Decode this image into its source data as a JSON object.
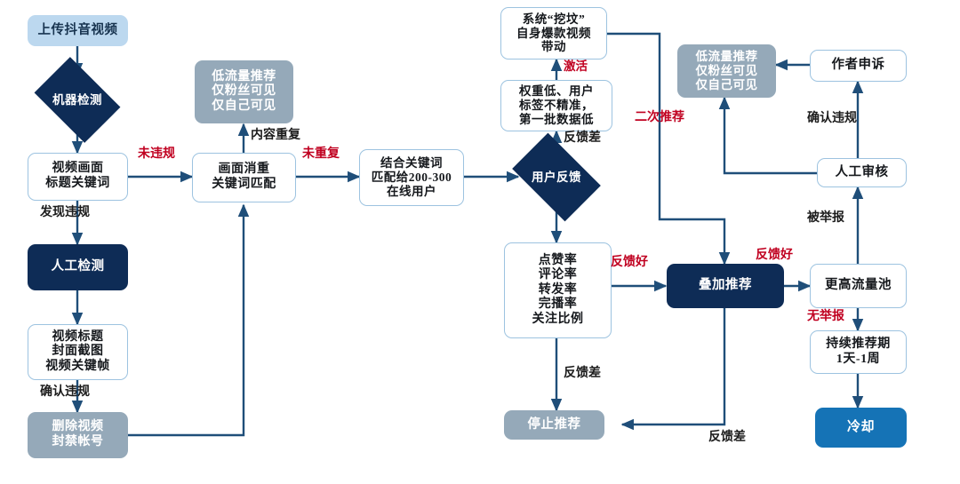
{
  "diagram": {
    "title": "抖音视频推荐与审核流程图",
    "colors": {
      "light_blue_fill": "#bcd8ef",
      "gray_blue_fill": "#95a9b9",
      "navy_fill": "#0e2c56",
      "blue_fill": "#1573b6",
      "white_fill": "#ffffff",
      "box_border": "#9dc3e0",
      "edge": "#1f4e79",
      "label_black": "#1b1b1b",
      "label_red": "#c00020"
    },
    "nodes": [
      {
        "id": "upload",
        "label": "上传抖音视频",
        "style": "light-blue",
        "shape": "rounded"
      },
      {
        "id": "machine",
        "label": "机器检测",
        "style": "navy",
        "shape": "diamond"
      },
      {
        "id": "frame_kw",
        "label": "视频画面\n标题关键词",
        "style": "white",
        "shape": "rounded"
      },
      {
        "id": "manual_detect",
        "label": "人工检测",
        "style": "navy",
        "shape": "rounded"
      },
      {
        "id": "title_cover",
        "label": "视频标题\n封面截图\n视频关键帧",
        "style": "white",
        "shape": "rounded"
      },
      {
        "id": "delete_ban",
        "label": "删除视频\n封禁帐号",
        "style": "gray",
        "shape": "rounded"
      },
      {
        "id": "dedupe",
        "label": "画面消重\n关键词匹配",
        "style": "white",
        "shape": "rounded"
      },
      {
        "id": "low_flow_left",
        "label": "低流量推荐\n仅粉丝可见\n仅自己可见",
        "style": "gray",
        "shape": "rounded"
      },
      {
        "id": "match_users",
        "label": "结合关键词\n匹配给200-300\n在线用户",
        "style": "white",
        "shape": "rounded"
      },
      {
        "id": "user_feedback",
        "label": "用户反馈",
        "style": "navy",
        "shape": "diamond"
      },
      {
        "id": "low_weight",
        "label": "权重低、用户\n标签不精准，\n第一批数据低",
        "style": "white",
        "shape": "rounded"
      },
      {
        "id": "dig_grave",
        "label": "系统“挖坟”\n自身爆款视频\n带动",
        "style": "white",
        "shape": "rounded"
      },
      {
        "id": "metrics",
        "label": "点赞率\n评论率\n转发率\n完播率\n关注比例",
        "style": "white",
        "shape": "rounded"
      },
      {
        "id": "stop_rec",
        "label": "停止推荐",
        "style": "gray",
        "shape": "rounded"
      },
      {
        "id": "boost_rec",
        "label": "叠加推荐",
        "style": "navy",
        "shape": "rounded"
      },
      {
        "id": "higher_pool",
        "label": "更高流量池",
        "style": "white",
        "shape": "rounded"
      },
      {
        "id": "keep_rec",
        "label": "持续推荐期\n1天-1周",
        "style": "white",
        "shape": "rounded"
      },
      {
        "id": "cooldown",
        "label": "冷却",
        "style": "blue",
        "shape": "rounded"
      },
      {
        "id": "manual_review",
        "label": "人工审核",
        "style": "white",
        "shape": "rounded"
      },
      {
        "id": "author_appeal",
        "label": "作者申诉",
        "style": "white",
        "shape": "rounded"
      },
      {
        "id": "low_flow_right",
        "label": "低流量推荐\n仅粉丝可见\n仅自己可见",
        "style": "gray",
        "shape": "rounded"
      }
    ],
    "edge_labels": [
      {
        "id": "not_violating",
        "text": "未违规",
        "color": "red"
      },
      {
        "id": "found_violation",
        "text": "发现违规",
        "color": "black"
      },
      {
        "id": "confirm_v_left",
        "text": "确认违规",
        "color": "black"
      },
      {
        "id": "content_dup",
        "text": "内容重复",
        "color": "black"
      },
      {
        "id": "not_duplicate",
        "text": "未重复",
        "color": "red"
      },
      {
        "id": "bad_feedback_1",
        "text": "反馈差",
        "color": "black"
      },
      {
        "id": "activate",
        "text": "激活",
        "color": "red"
      },
      {
        "id": "second_rec",
        "text": "二次推荐",
        "color": "red"
      },
      {
        "id": "good_feedback_1",
        "text": "反馈好",
        "color": "red"
      },
      {
        "id": "good_feedback_2",
        "text": "反馈好",
        "color": "red"
      },
      {
        "id": "bad_feedback_2",
        "text": "反馈差",
        "color": "black"
      },
      {
        "id": "bad_feedback_3",
        "text": "反馈差",
        "color": "black"
      },
      {
        "id": "no_report",
        "text": "无举报",
        "color": "red"
      },
      {
        "id": "reported",
        "text": "被举报",
        "color": "black"
      },
      {
        "id": "confirm_v_right",
        "text": "确认违规",
        "color": "black"
      }
    ]
  }
}
